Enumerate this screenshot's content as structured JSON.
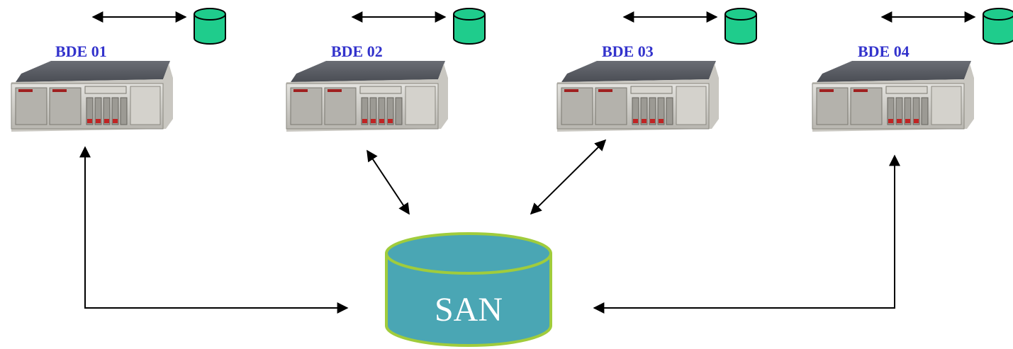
{
  "servers": [
    {
      "label": "BDE 01"
    },
    {
      "label": "BDE 02"
    },
    {
      "label": "BDE 03"
    },
    {
      "label": "BDE 04"
    }
  ],
  "san": {
    "label": "SAN"
  },
  "colors": {
    "label": "#3333cc",
    "local_db_fill": "#1fcc8c",
    "san_fill": "#4aa6b4",
    "san_stroke": "#a0cc3c",
    "arrow": "#000000"
  },
  "icons": {
    "server": "rack-server-icon",
    "local_db": "database-cylinder-icon",
    "san": "san-storage-cylinder"
  }
}
